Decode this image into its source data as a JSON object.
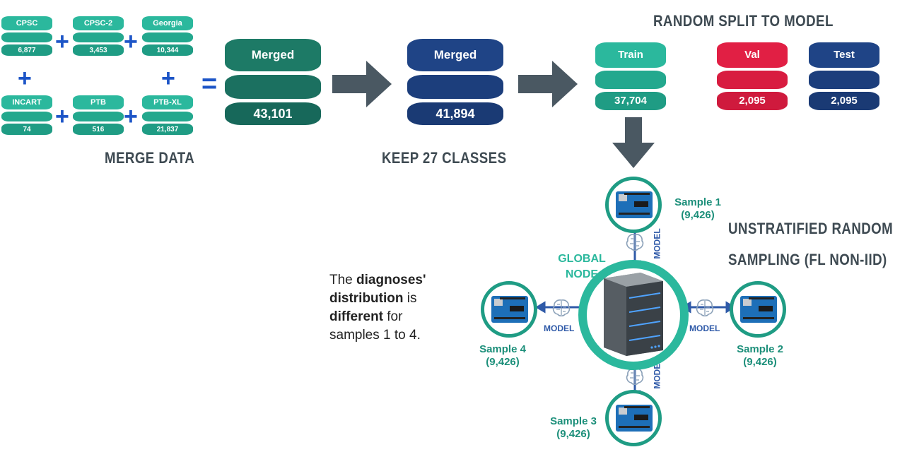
{
  "sources": [
    {
      "name": "CPSC",
      "count": "6,877"
    },
    {
      "name": "CPSC-2",
      "count": "3,453"
    },
    {
      "name": "Georgia",
      "count": "10,344"
    },
    {
      "name": "INCART",
      "count": "74"
    },
    {
      "name": "PTB",
      "count": "516"
    },
    {
      "name": "PTB-XL",
      "count": "21,837"
    }
  ],
  "operators": {
    "plus": "+",
    "equals": "="
  },
  "merged_all": {
    "label": "Merged",
    "count": "43,101"
  },
  "merged_kept": {
    "label": "Merged",
    "count": "41,894"
  },
  "steps": {
    "merge": "MERGE DATA",
    "keep": "KEEP 27 CLASSES",
    "split": "RANDOM SPLIT TO MODEL",
    "sampling_line1": "UNSTRATIFIED RANDOM",
    "sampling_line2": "SAMPLING (FL NON-IID)"
  },
  "splits": [
    {
      "label": "Train",
      "count": "37,704",
      "color": "#2bb89d"
    },
    {
      "label": "Val",
      "count": "2,095",
      "color": "#e11f44"
    },
    {
      "label": "Test",
      "count": "2,095",
      "color": "#1f4486"
    }
  ],
  "global_node": {
    "line1": "GLOBAL",
    "line2": "NODE"
  },
  "model_label": "MODEL",
  "samples": [
    {
      "name": "Sample 1",
      "count": "(9,426)"
    },
    {
      "name": "Sample 2",
      "count": "(9,426)"
    },
    {
      "name": "Sample 3",
      "count": "(9,426)"
    },
    {
      "name": "Sample 4",
      "count": "(9,426)"
    }
  ],
  "note": {
    "t1": "The ",
    "b1": "diagnoses'",
    "b2": "distribution",
    "t2": " is",
    "b3": "different",
    "t3": " for",
    "t4": "samples 1 to 4."
  },
  "colors": {
    "teal": "#2bb89d",
    "dark_teal": "#1d7a66",
    "navy": "#1f4486",
    "red": "#e11f44",
    "plus_blue": "#1d55c7",
    "arrow_gray": "#4a5862"
  }
}
